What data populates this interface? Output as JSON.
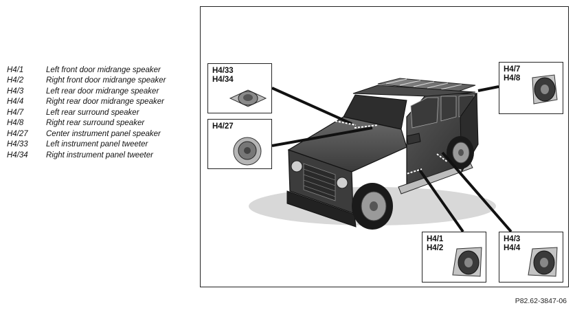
{
  "legend": [
    {
      "code": "H4/1",
      "desc": "Left front door midrange speaker"
    },
    {
      "code": "H4/2",
      "desc": "Right front door midrange speaker"
    },
    {
      "code": "H4/3",
      "desc": "Left rear door midrange speaker"
    },
    {
      "code": "H4/4",
      "desc": "Right rear door midrange speaker"
    },
    {
      "code": "H4/7",
      "desc": "Left rear surround speaker"
    },
    {
      "code": "H4/8",
      "desc": "Right rear surround speaker"
    },
    {
      "code": "H4/27",
      "desc": "Center instrument panel speaker"
    },
    {
      "code": "H4/33",
      "desc": "Left instrument panel tweeter"
    },
    {
      "code": "H4/34",
      "desc": "Right instrument panel tweeter"
    }
  ],
  "callouts": {
    "tweeters": {
      "line1": "H4/33",
      "line2": "H4/34"
    },
    "center": {
      "line1": "H4/27"
    },
    "surround": {
      "line1": "H4/7",
      "line2": "H4/8"
    },
    "front_doors": {
      "line1": "H4/1",
      "line2": "H4/2"
    },
    "rear_doors": {
      "line1": "H4/3",
      "line2": "H4/4"
    }
  },
  "reference_code": "P82.62-3847-06"
}
